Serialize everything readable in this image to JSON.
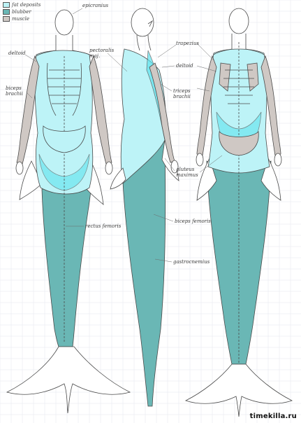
{
  "legend": {
    "items": [
      {
        "label": "fat deposits",
        "color": "#bdf3f7"
      },
      {
        "label": "blubber",
        "color": "#6ab7b5"
      },
      {
        "label": "muscle",
        "color": "#cfc8c4"
      }
    ]
  },
  "labels": {
    "epicranius": "epicranius",
    "deltoid_front": "deltoid",
    "biceps_brachii": "biceps\nbrachii",
    "pectoralis_maj": "pectoralis\nmaj.",
    "trapezius": "trapezius",
    "deltoid_back": "deltoid",
    "triceps_brachii": "triceps\nbrachii",
    "gluteus_maximus": "gluteus\nmaximus",
    "rectus_femoris": "rectus femoris",
    "biceps_femoris": "biceps femoris",
    "gastrocnemius": "gastrocnemius"
  },
  "watermark": "timekilla.ru",
  "colors": {
    "fat": "#bdf3f7",
    "fat_bright": "#5fe3ee",
    "blubber": "#6ab7b5",
    "muscle": "#cfc8c4",
    "line": "#4a4a4a",
    "grid": "#e3e6ee"
  }
}
